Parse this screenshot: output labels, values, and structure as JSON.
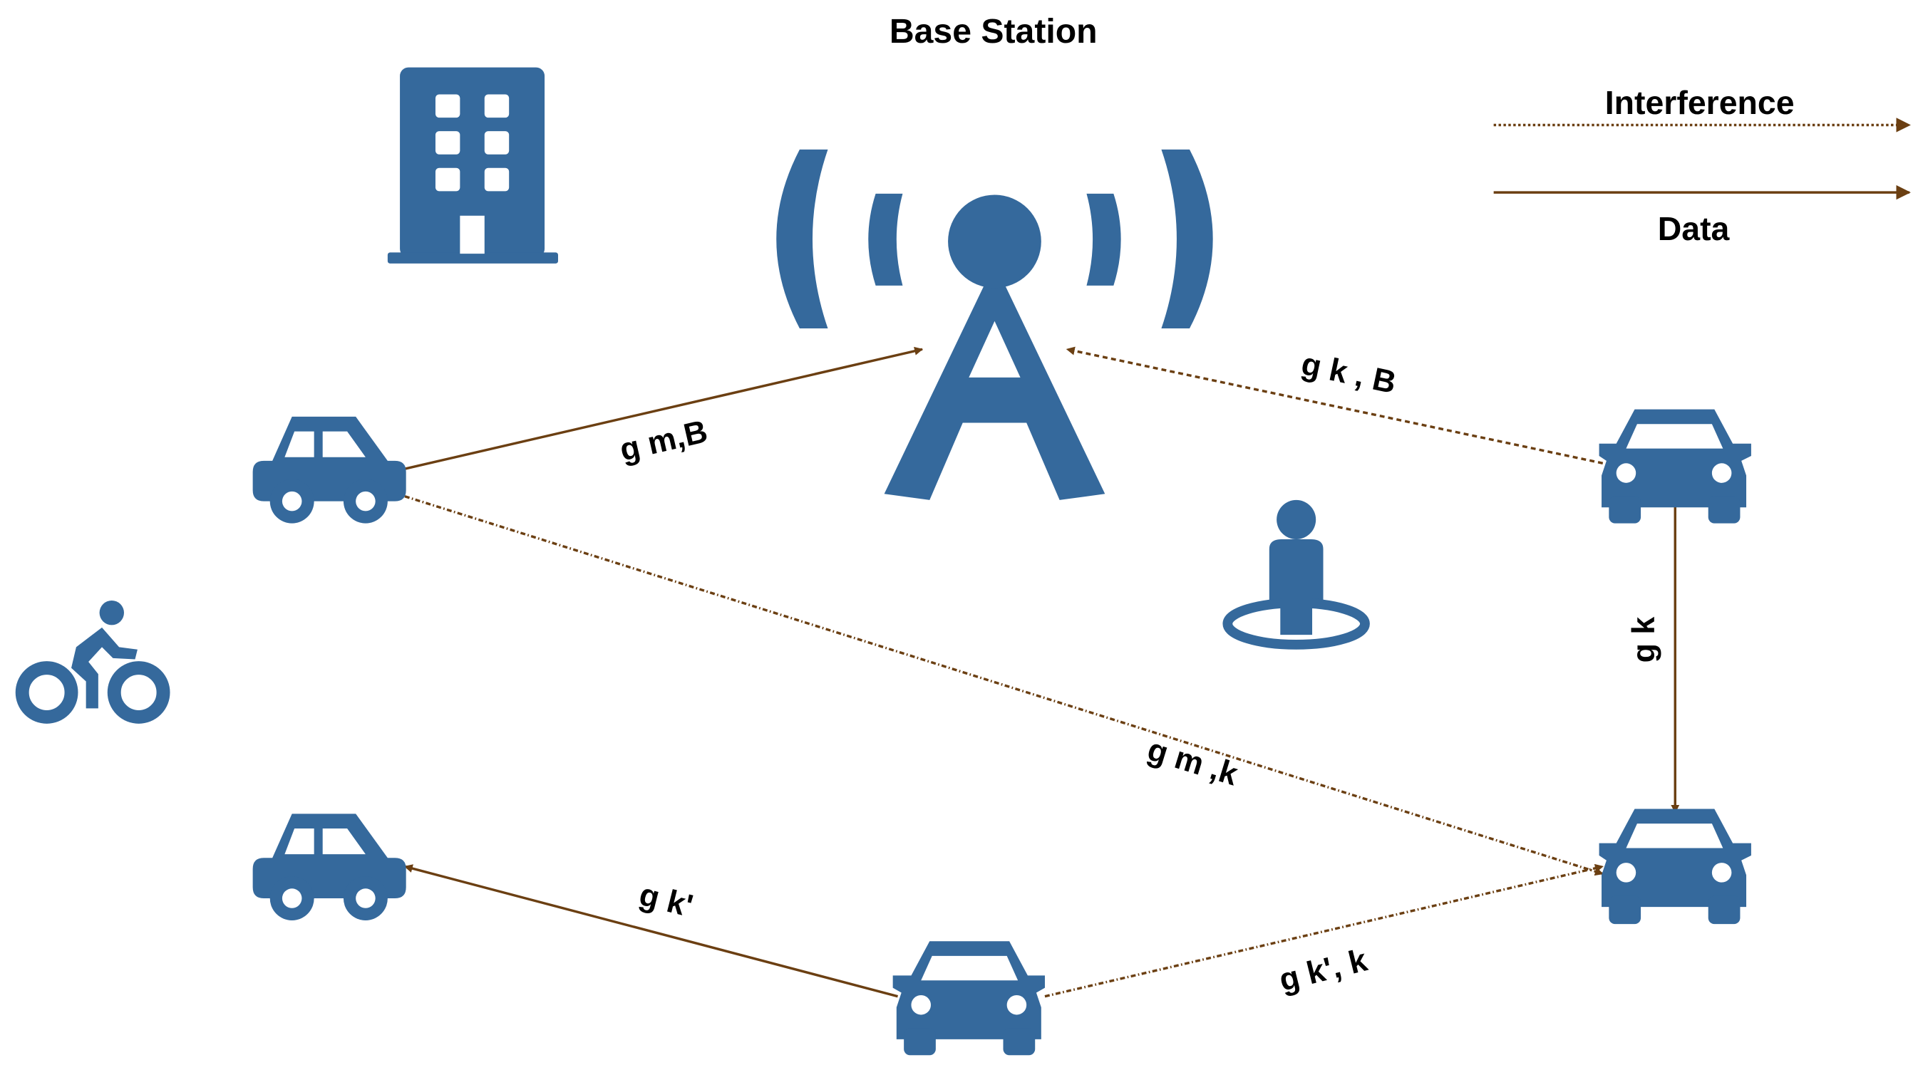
{
  "title": "Base Station",
  "legend": {
    "interference_label": "Interference",
    "data_label": "Data"
  },
  "colors": {
    "icon": "#35699C",
    "link": "#6B3F12",
    "text": "#000000",
    "background": "#FFFFFF"
  },
  "nodes": [
    {
      "id": "bs",
      "type": "base-station",
      "icon": "antenna-tower-icon"
    },
    {
      "id": "building",
      "type": "building",
      "icon": "building-icon"
    },
    {
      "id": "m",
      "type": "car",
      "icon": "car-side-icon"
    },
    {
      "id": "k",
      "type": "car",
      "icon": "car-front-icon"
    },
    {
      "id": "kdest",
      "type": "car",
      "icon": "car-front-icon"
    },
    {
      "id": "kp",
      "type": "car",
      "icon": "car-front-icon"
    },
    {
      "id": "kpdest",
      "type": "car",
      "icon": "car-side-icon"
    },
    {
      "id": "bike",
      "type": "bicycle",
      "icon": "cyclist-icon"
    },
    {
      "id": "ped",
      "type": "pedestrian",
      "icon": "pedestrian-icon"
    }
  ],
  "links": [
    {
      "from": "m",
      "to": "bs",
      "type": "data",
      "label": "g m,B"
    },
    {
      "from": "k",
      "to": "bs",
      "type": "interference",
      "label": "g k , B"
    },
    {
      "from": "k",
      "to": "kdest",
      "type": "data",
      "label": "g k"
    },
    {
      "from": "m",
      "to": "kdest",
      "type": "interference",
      "label": "g m ,k"
    },
    {
      "from": "kp",
      "to": "kpdest",
      "type": "data",
      "label": "g k'"
    },
    {
      "from": "kp",
      "to": "kdest",
      "type": "interference",
      "label": "g k', k"
    }
  ]
}
